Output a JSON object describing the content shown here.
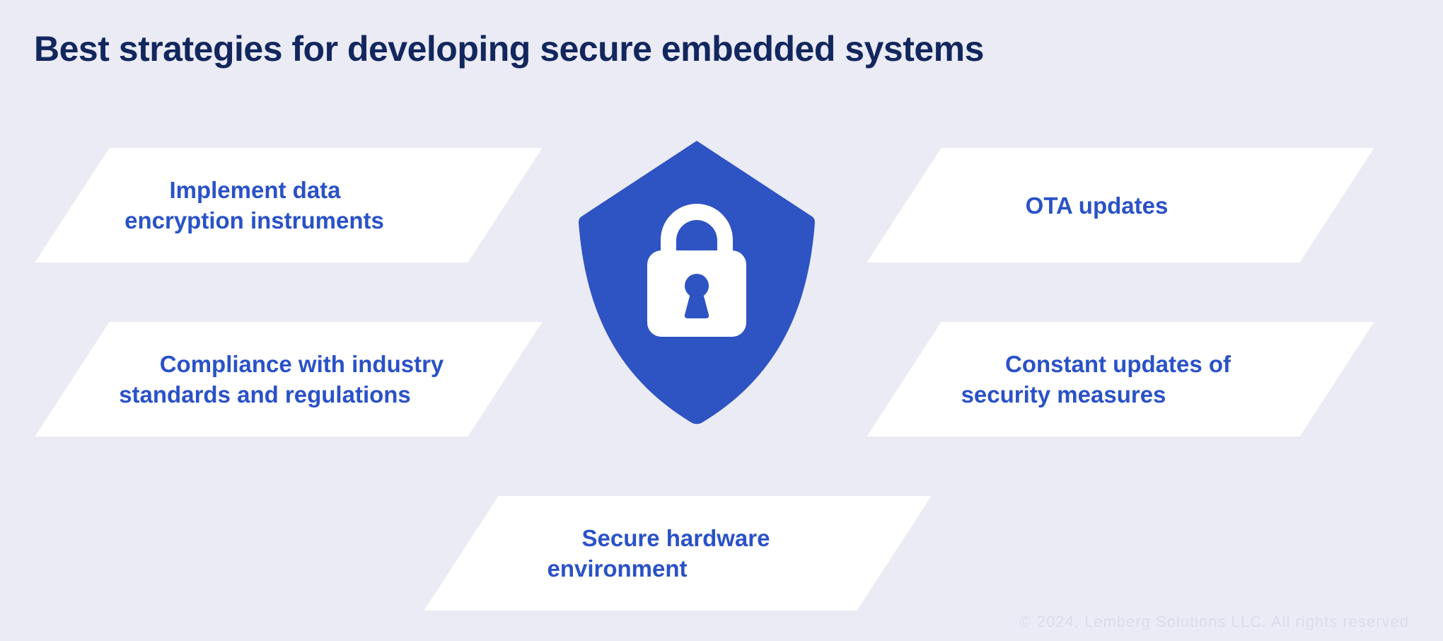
{
  "title": "Best strategies for developing secure embedded systems",
  "cards": [
    {
      "id": "data-encryption",
      "lines": [
        "Implement data",
        "encryption instruments"
      ]
    },
    {
      "id": "ota-updates",
      "lines": [
        "OTA updates"
      ]
    },
    {
      "id": "compliance",
      "lines": [
        "Compliance with industry",
        "standards and regulations"
      ]
    },
    {
      "id": "constant-updates",
      "lines": [
        "Constant updates of",
        "security measures"
      ]
    },
    {
      "id": "secure-hardware",
      "lines": [
        "Secure hardware",
        "environment"
      ]
    }
  ],
  "icon": {
    "name": "shield-lock-icon"
  },
  "footer": {
    "copyright": "© 2024, Lemberg Solutions LLC. All rights reserved"
  },
  "colors": {
    "background": "#EBEBF5",
    "card_fill": "#FFFFFF",
    "card_text": "#2A52C7",
    "title_text": "#12275D",
    "shield_fill": "#2E53C3",
    "copyright_text": "#D9DCEB"
  }
}
